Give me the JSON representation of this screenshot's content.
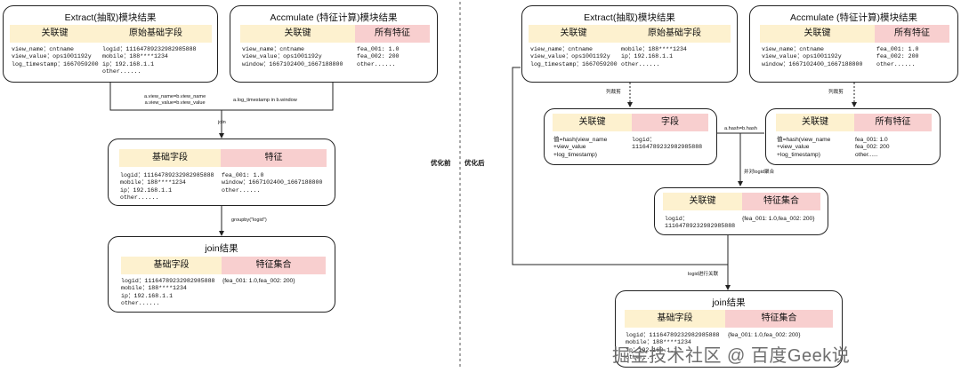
{
  "left": {
    "extract": {
      "title": "Extract(抽取)模块结果",
      "h1": "关联键",
      "h2": "原始基础字段",
      "c1": "view_name：cntname\nview_value：ops1001192y\nlog_timestamp：1667059200",
      "c2": "logid：11164789232982985888\nmobile：188****1234\nip：192.168.1.1\nother......"
    },
    "accumulate": {
      "title": "Accmulate (特征计算)模块结果",
      "h1": "关联键",
      "h2": "所有特征",
      "c1": "view_name：cntname\nview_value：ops1001192y\nwindow：1667102400_1667188800",
      "c2": "fea_001: 1.0\nfea_002: 200\nother......"
    },
    "join_cond1": "a.view_name=b.view_name\na.view_value=b.view_value",
    "join_cond2": "a.log_timestamp in b.window",
    "join_label": "join",
    "middle": {
      "h1": "基础字段",
      "h2": "特征",
      "c1": "logid：11164789232982985888\nmobile：188****1234\nip：192.168.1.1\nother......",
      "c2": "fea_001: 1.0\nwindow：1667102400_1667188800\nother......"
    },
    "groupby_label": "groupby(\"logid\")",
    "result": {
      "title": "join结果",
      "h1": "基础字段",
      "h2": "特征集合",
      "c1": "logid：11164789232982985888\nmobile：188****1234\nip：192.168.1.1\nother......",
      "c2": "{fea_001: 1.0,fea_002: 200}"
    }
  },
  "label_before": "优化前",
  "label_after": "优化后",
  "right": {
    "extract": {
      "title": "Extract(抽取)模块结果",
      "h1": "关联键",
      "h2": "原始基础字段",
      "c1": "view_name：cntname\nview_value：ops1001192y\nlog_timestamp：1667059200",
      "c2": "mobile：188****1234\nip：192.168.1.1\nother......"
    },
    "accumulate": {
      "title": "Accmulate (特征计算)模块结果",
      "h1": "关联键",
      "h2": "所有特征",
      "c1": "view_name：cntname\nview_value：ops1001192y\nwindow：1667102400_1667188800",
      "c2": "fea_001: 1.0\nfea_002: 200\nother......"
    },
    "trim_label_left": "列裁剪",
    "trim_label_right": "列裁剪",
    "hash_left": {
      "h1": "关联键",
      "h2": "字段",
      "c1": "值=hash(view_name\n+view_value\n+log_timestamp)",
      "c2": "logid：\n11164789232982985888"
    },
    "hash_right": {
      "h1": "关联键",
      "h2": "所有特征",
      "c1": "值=hash(view_name\n+view_value\n+log_timestamp)",
      "c2": "fea_001: 1.0\nfea_002: 200\nother......"
    },
    "hash_join_label": "a.hash=b.hash",
    "merge_label": "并对logid聚合",
    "feature_set": {
      "h1": "关联键",
      "h2": "特征集合",
      "c1": "logid：\n11164789232982985888",
      "c2": "{fea_001: 1.0,fea_002: 200}"
    },
    "logid_join_label": "logid进行关联",
    "result": {
      "title": "join结果",
      "h1": "基础字段",
      "h2": "特征集合",
      "c1": "logid：11164789232982985888\nmobile：188****1234\nip：192.168.1.1\nother......",
      "c2": "{fea_001: 1.0,fea_002: 200}"
    }
  },
  "watermark": "掘金技术社区 @ 百度Geek说"
}
